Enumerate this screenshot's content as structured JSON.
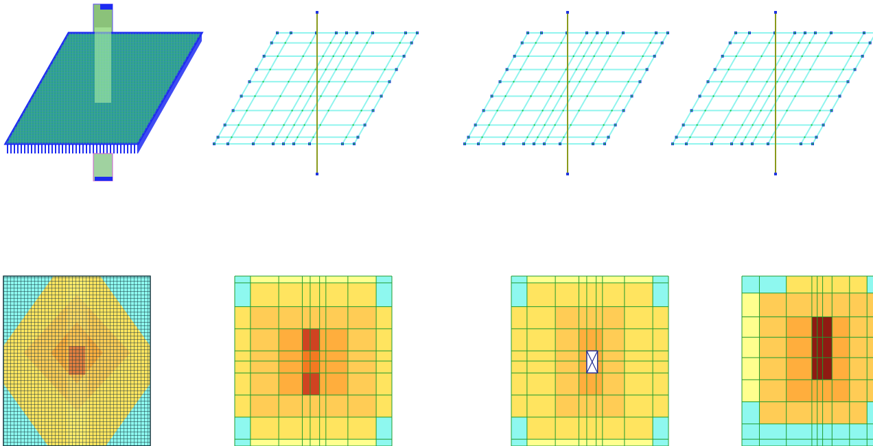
{
  "figure": {
    "panels": [
      {
        "name": "model-fine-mesh",
        "kind": "3d-solid"
      },
      {
        "name": "model-coarse-mesh-a",
        "kind": "3d-wireframe"
      },
      {
        "name": "model-coarse-mesh-b",
        "kind": "3d-wireframe"
      },
      {
        "name": "model-coarse-mesh-c",
        "kind": "3d-wireframe"
      },
      {
        "name": "contour-fine",
        "kind": "contour"
      },
      {
        "name": "contour-coarse-a",
        "kind": "contour"
      },
      {
        "name": "contour-coarse-b",
        "kind": "contour"
      },
      {
        "name": "contour-coarse-c",
        "kind": "contour"
      }
    ],
    "colors": {
      "background": "#ffffff",
      "node": "#1f35e0",
      "mesh": "#8ff4ee",
      "plate": "#2a9f8f",
      "column": "#8a9a1c",
      "grid": "#1f9b2e",
      "level_cyan": "#8ef8ef",
      "level_pale_yellow": "#ffff8e",
      "level_yellow": "#ffe45f",
      "level_light_orange": "#ffcc55",
      "level_orange": "#ffae3d",
      "level_deep_orange": "#f47a21",
      "level_red": "#cf4321",
      "level_dark_red": "#8f1a12"
    }
  }
}
